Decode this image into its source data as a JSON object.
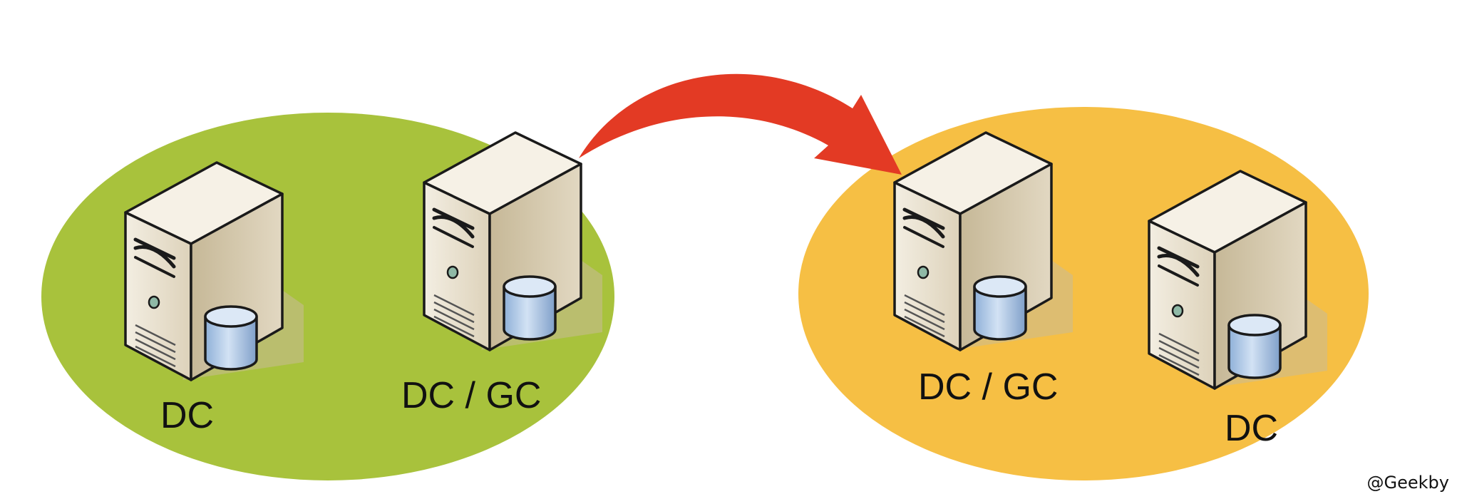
{
  "colors": {
    "left_domain": "#a8c23c",
    "right_domain": "#f6bf44",
    "arrow": "#e33a24",
    "server_front": "#ebe3d2",
    "server_side": "#cdc1a5",
    "server_top": "#f4efe4",
    "database": "#a9c6e8"
  },
  "left_domain": {
    "servers": [
      {
        "label": "DC",
        "icon": "server-icon",
        "badge": "database-icon"
      },
      {
        "label": "DC / GC",
        "icon": "server-icon",
        "badge": "database-icon"
      }
    ]
  },
  "right_domain": {
    "servers": [
      {
        "label": "DC / GC",
        "icon": "server-icon",
        "badge": "database-icon"
      },
      {
        "label": "DC",
        "icon": "server-icon",
        "badge": "database-icon"
      }
    ]
  },
  "arrow": {
    "icon": "curved-arrow-icon"
  },
  "watermark": "@Geekby"
}
